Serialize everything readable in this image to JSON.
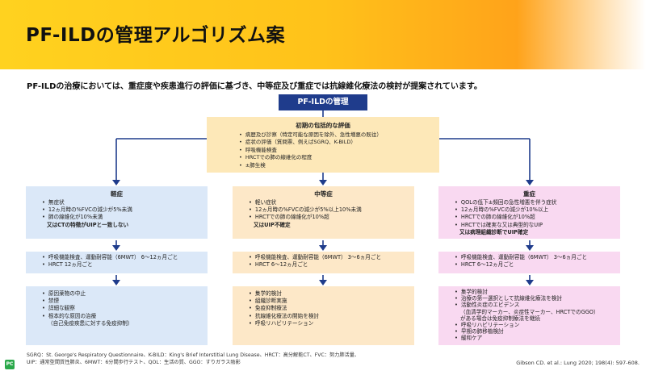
{
  "title": "PF-ILDの管理アルゴリズム案",
  "intro": "PF-ILDの治療においては、重症度や疾患進行の評価に基づき、中等症及び重症では抗線維化療法の検討が提案されています。",
  "root": "PF-ILDの管理",
  "initial": {
    "heading": "初期の包括的な評価",
    "items": [
      "病歴及び診察（特定可能な原因を除外、急性増悪の既往）",
      "症状の評価（質問票、例えばSGRQ、K-BILD）",
      "呼吸機能検査",
      "HRCTでの肺の線維化の程度",
      "±肺生検"
    ]
  },
  "mild": {
    "heading": "軽症",
    "items": [
      "無症状",
      "12ヵ月時の%FVCの減少が5%未満",
      "肺の線維化が10%未満"
    ],
    "extra": "又はCTの特徴がUIPと一致しない",
    "monitoring": [
      "呼吸機能検査、運動耐容能（6MWT） 6〜12ヵ月ごと",
      "HRCT 12ヵ月ごと"
    ],
    "actions": [
      "原因薬物の中止",
      "禁煙",
      "詳細な観察",
      "根本的な原因の治療"
    ],
    "actions_note": "（自己免疫疾患に対する免疫抑制）"
  },
  "moderate": {
    "heading": "中等症",
    "items": [
      "軽い症状",
      "12ヵ月時の%FVCの減少が5%以上10%未満",
      "HRCTでの肺の線維化が10%超"
    ],
    "extra": "又はUIP不確定",
    "monitoring": [
      "呼吸機能検査、運動耐容能（6MWT） 3〜6ヵ月ごと",
      "HRCT 6〜12ヵ月ごと"
    ],
    "actions": [
      "集学的検討",
      "組織診断実施",
      "免疫抑制療法",
      "抗線維化療法の開始を検討",
      "呼吸リハビリテーション"
    ]
  },
  "severe": {
    "heading": "重症",
    "items": [
      "QOLの低下±頻回の急性増悪を伴う症状",
      "12ヵ月時の%FVCの減少が10%以上",
      "HRCTでの肺の線維化が10%超"
    ],
    "extra": "HRCTでは確実な又は典型的なUIP",
    "extra2": "又は病理組織診断でUIP確定",
    "monitoring": [
      "呼吸機能検査、運動耐容能（6MWT） 3〜6ヵ月ごと",
      "HRCT 6〜12ヵ月ごと"
    ],
    "actions": [
      "集学的検討",
      "治療の第一選択として抗線維化療法を検討",
      "活動性炎症のエビデンス"
    ],
    "actions_note1": "（血清学的マーカー、炎症性マーカー、HRCTでのGGO）",
    "actions_note2": "がある場合は免疫抑制療法を継続",
    "actions_tail": [
      "呼吸リハビリテーション",
      "早期の肺移植検討",
      "緩和ケア"
    ]
  },
  "footnote1": "SGRQ：St. George's Respiratory Questionnaire、K-BILD：King's Brief Interstitial Lung Disease、HRCT：高分解能CT、FVC：努力肺活量、",
  "footnote2": "UIP：通常型間質性肺炎、6MWT：6分間歩行テスト、QOL：生活の質、GGO：すりガラス陰影",
  "citation": "Gibson CD. et al.: Lung 2020; 198(4): 597-608.",
  "logo": "PC",
  "colors": {
    "root": "#1f3c8c",
    "line": "#1f3c8c",
    "initial": "#fde8b8",
    "mild": "#dbe8f8",
    "moderate": "#fde8c8",
    "severe": "#f9d9f1"
  }
}
